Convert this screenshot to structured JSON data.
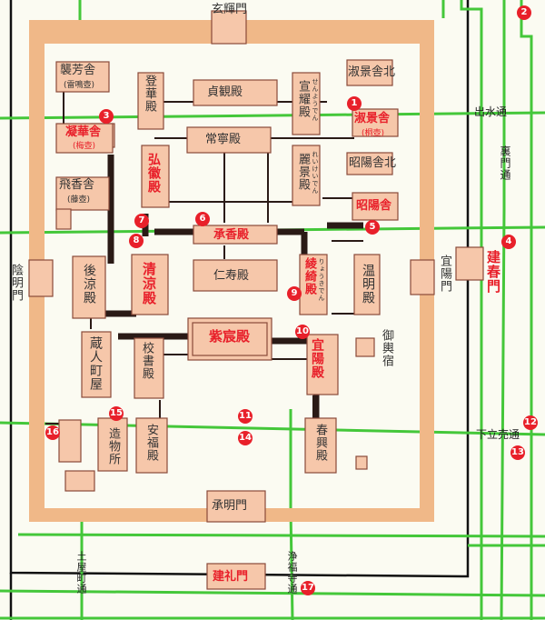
{
  "colors": {
    "wall": "#f0b888",
    "building": "#f6c7aa",
    "building_border": "#8a4a3a",
    "road_green": "#44c73a",
    "road_black": "#111111",
    "marker_red": "#e8202a",
    "background": "#fbfbf2"
  },
  "gates": {
    "genki": "玄輝門",
    "shomei": "承明門",
    "in": "陰明門",
    "gi": "宜陽門",
    "kenshun": "建春門",
    "kenrei": "建礼門"
  },
  "buildings": {
    "shuhosha": "襲芳舎",
    "shuhosha_sub": "(雷鳴壺)",
    "gyokasha": "凝華舎",
    "gyokasha_sub": "(梅壺)",
    "hikyosha": "飛香舎",
    "hikyosha_sub": "(藤壺)",
    "tokaden": "登華殿",
    "teikanden": "貞観殿",
    "senyoden": "宣耀殿",
    "senyoden_ruby": "せんようでん",
    "shigeisha_kita": "淑景舎北",
    "shigeisha": "淑景舎",
    "shigeisha_sub": "(桐壺)",
    "kokiden": "弘徽殿",
    "joneiden": "常寧殿",
    "reikeiden": "麗景殿",
    "reikeiden_ruby": "れいけいでん",
    "shoyosha_kita": "昭陽舎北",
    "shoyosha": "昭陽舎",
    "shokyoden": "承香殿",
    "jinjuden": "仁寿殿",
    "koryoden": "後涼殿",
    "seiryoden": "清涼殿",
    "ryokiden": "綾綺殿",
    "ryokiden_ruby": "りょうきでん",
    "onmeiden": "温明殿",
    "shishinden": "紫宸殿",
    "kurodo": "蔵人町屋",
    "kyoshoden": "校書殿",
    "giyoden": "宜陽殿",
    "goyodokoro": "御輿宿",
    "anpukuden": "安福殿",
    "tsukumo": "造物所",
    "shunkoden": "春興殿"
  },
  "roads": {
    "demizu": "出水通",
    "uramon": "裏門通",
    "shimotachiuri": "下立売通",
    "tsuchiya": "土屋町通",
    "jofukuji": "浄福寺通"
  },
  "markers": [
    "1",
    "2",
    "3",
    "4",
    "5",
    "6",
    "7",
    "8",
    "9",
    "10",
    "11",
    "12",
    "13",
    "14",
    "15",
    "16",
    "17"
  ]
}
